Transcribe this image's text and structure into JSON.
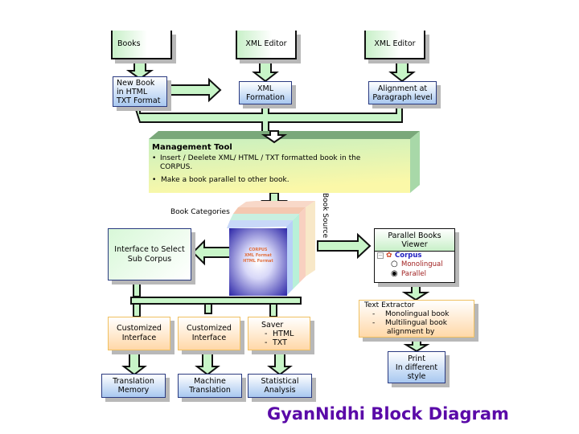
{
  "title": "GyanNidhi Block Diagram",
  "colors": {
    "title": "#5a0aa8",
    "arrow_fill": "#c8f5c8",
    "arrow_stroke": "#111111",
    "blue_box_bottom": "#a8c8f0",
    "orange_box_bottom": "#ffd8a8",
    "management_top": "#7aa87a",
    "corpus_cube": "#3a30b0"
  },
  "sources": [
    {
      "id": "books",
      "label": "Books"
    },
    {
      "id": "xml-editor-1",
      "label": "XML Editor"
    },
    {
      "id": "xml-editor-2",
      "label": "XML Editor"
    }
  ],
  "processing": [
    {
      "id": "new-book",
      "lines": [
        "New Book",
        "in HTML",
        "TXT Format"
      ]
    },
    {
      "id": "xml-formation",
      "lines": [
        "XML",
        "Formation"
      ]
    },
    {
      "id": "alignment",
      "lines": [
        "Alignment at",
        "Paragraph level"
      ]
    }
  ],
  "management": {
    "title": "Management Tool",
    "bullets": [
      {
        "line1": "Insert / Deelete XML/ HTML / TXT formatted book in the",
        "line2": "CORPUS."
      },
      {
        "line1": "Make a book parallel to other book.",
        "line2": ""
      }
    ]
  },
  "corpus": {
    "book_categories_label": "Book Categories",
    "book_source_label": "Book Source",
    "face_lines": [
      "CORPUS",
      "XML Format",
      "HTML Format"
    ]
  },
  "interface_select": {
    "lines": [
      "Interface to Select",
      "Sub Corpus"
    ]
  },
  "parallel_viewer": {
    "lines": [
      "Parallel Books",
      "Viewer"
    ],
    "tree_root": "Corpus",
    "options": [
      {
        "label": "Monolingual",
        "selected": false
      },
      {
        "label": "Parallel",
        "selected": true
      }
    ]
  },
  "text_extractor": {
    "title": "Text Extractor",
    "items": [
      "Monolingual book",
      "Multilingual book"
    ],
    "continuation": "alignment by"
  },
  "print_box": {
    "lines": [
      "Print",
      "In different",
      "style"
    ]
  },
  "outputs_mid": [
    {
      "id": "custom-1",
      "lines": [
        "Customized",
        "Interface"
      ]
    },
    {
      "id": "custom-2",
      "lines": [
        "Customized",
        "Interface"
      ]
    },
    {
      "id": "saver",
      "title": "Saver",
      "items": [
        "HTML",
        "TXT"
      ]
    }
  ],
  "outputs_bottom": [
    {
      "id": "translation-memory",
      "lines": [
        "Translation",
        "Memory"
      ]
    },
    {
      "id": "machine-translation",
      "lines": [
        "Machine",
        "Translation"
      ]
    },
    {
      "id": "statistical-analysis",
      "lines": [
        "Statistical",
        "Analysis"
      ]
    }
  ]
}
